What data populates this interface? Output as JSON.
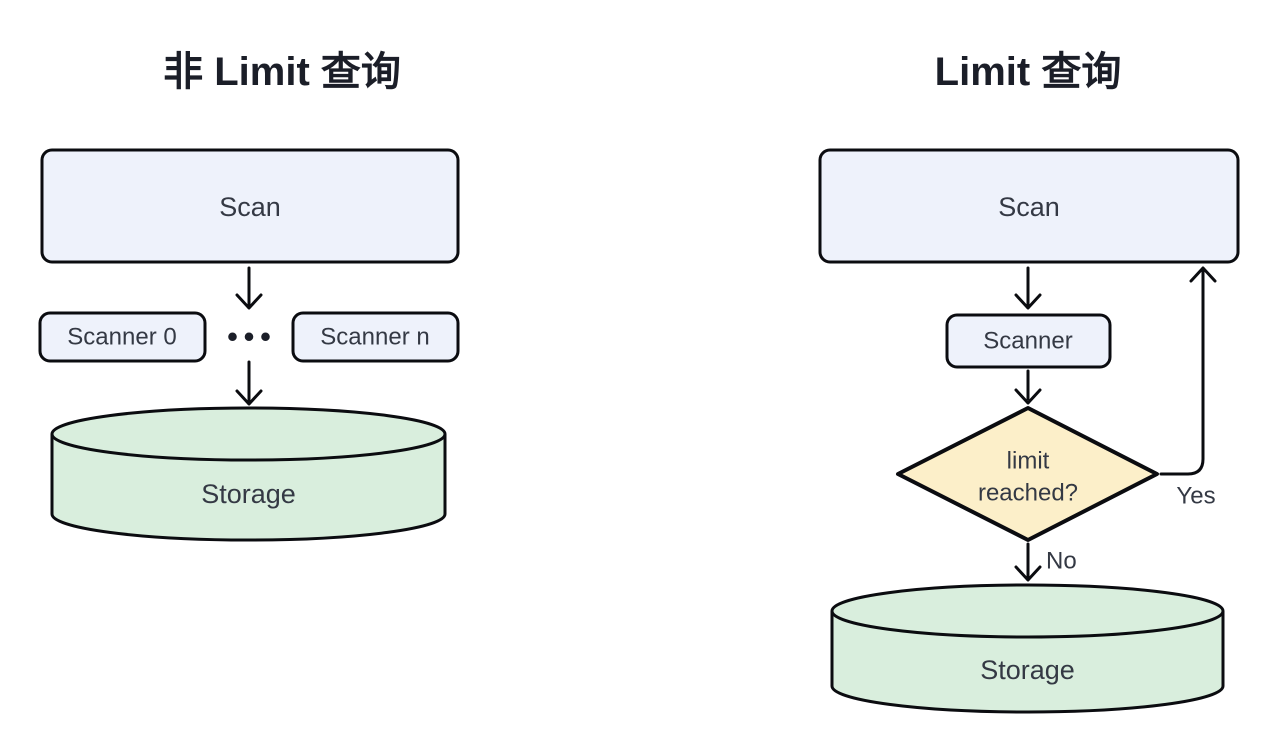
{
  "colors": {
    "background": "#ffffff",
    "stroke": "#0b0c10",
    "process_fill": "#eef2fb",
    "storage_fill": "#d9eedd",
    "decision_fill": "#fcefc9",
    "label_text": "#343944",
    "title_text": "#1b1e28"
  },
  "left": {
    "title": "非 Limit 查询",
    "scan_label": "Scan",
    "scanner_0_label": "Scanner 0",
    "ellipsis": "•••",
    "scanner_n_label": "Scanner n",
    "storage_label": "Storage"
  },
  "right": {
    "title": "Limit 查询",
    "scan_label": "Scan",
    "scanner_label": "Scanner",
    "decision_line1": "limit",
    "decision_line2": "reached?",
    "yes_label": "Yes",
    "no_label": "No",
    "storage_label": "Storage"
  }
}
